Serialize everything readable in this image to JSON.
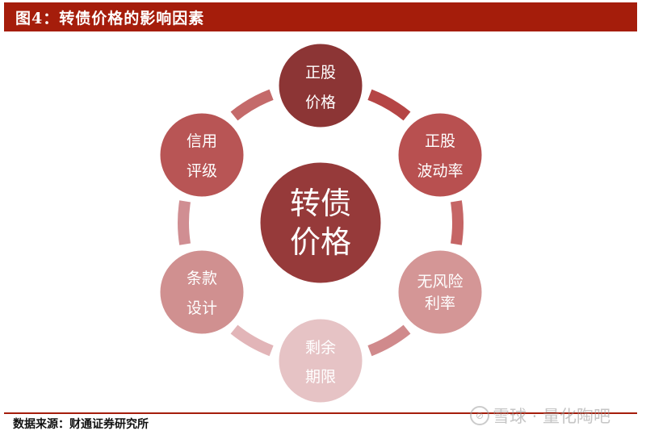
{
  "header": {
    "title": "图4：转债价格的影响因素"
  },
  "diagram": {
    "center": {
      "line1": "转债",
      "line2": "价格",
      "color": "#963a3a"
    },
    "nodes": [
      {
        "line1": "正股",
        "line2": "价格",
        "color": "#8c3535",
        "position": "top"
      },
      {
        "line1": "正股",
        "line2": "波动率",
        "color": "#b85050",
        "position": "upper-right"
      },
      {
        "line1": "无风险",
        "line2": "利率",
        "color": "#d49696",
        "position": "lower-right"
      },
      {
        "line1": "剩余",
        "line2": "期限",
        "color": "#e6c3c5",
        "position": "bottom"
      },
      {
        "line1": "条款",
        "line2": "设计",
        "color": "#d09090",
        "position": "lower-left"
      },
      {
        "line1": "信用",
        "line2": "评级",
        "color": "#b85555",
        "position": "upper-left"
      }
    ],
    "arc_colors": [
      "#b54545",
      "#c56565",
      "#d08a8c",
      "#e2b5b8",
      "#d08e92",
      "#c46a6a"
    ]
  },
  "footer": {
    "source": "数据来源：财通证券研究所"
  },
  "watermark": {
    "logo_glyph": "⊘",
    "text": "雪球 · 量化陶吧"
  }
}
